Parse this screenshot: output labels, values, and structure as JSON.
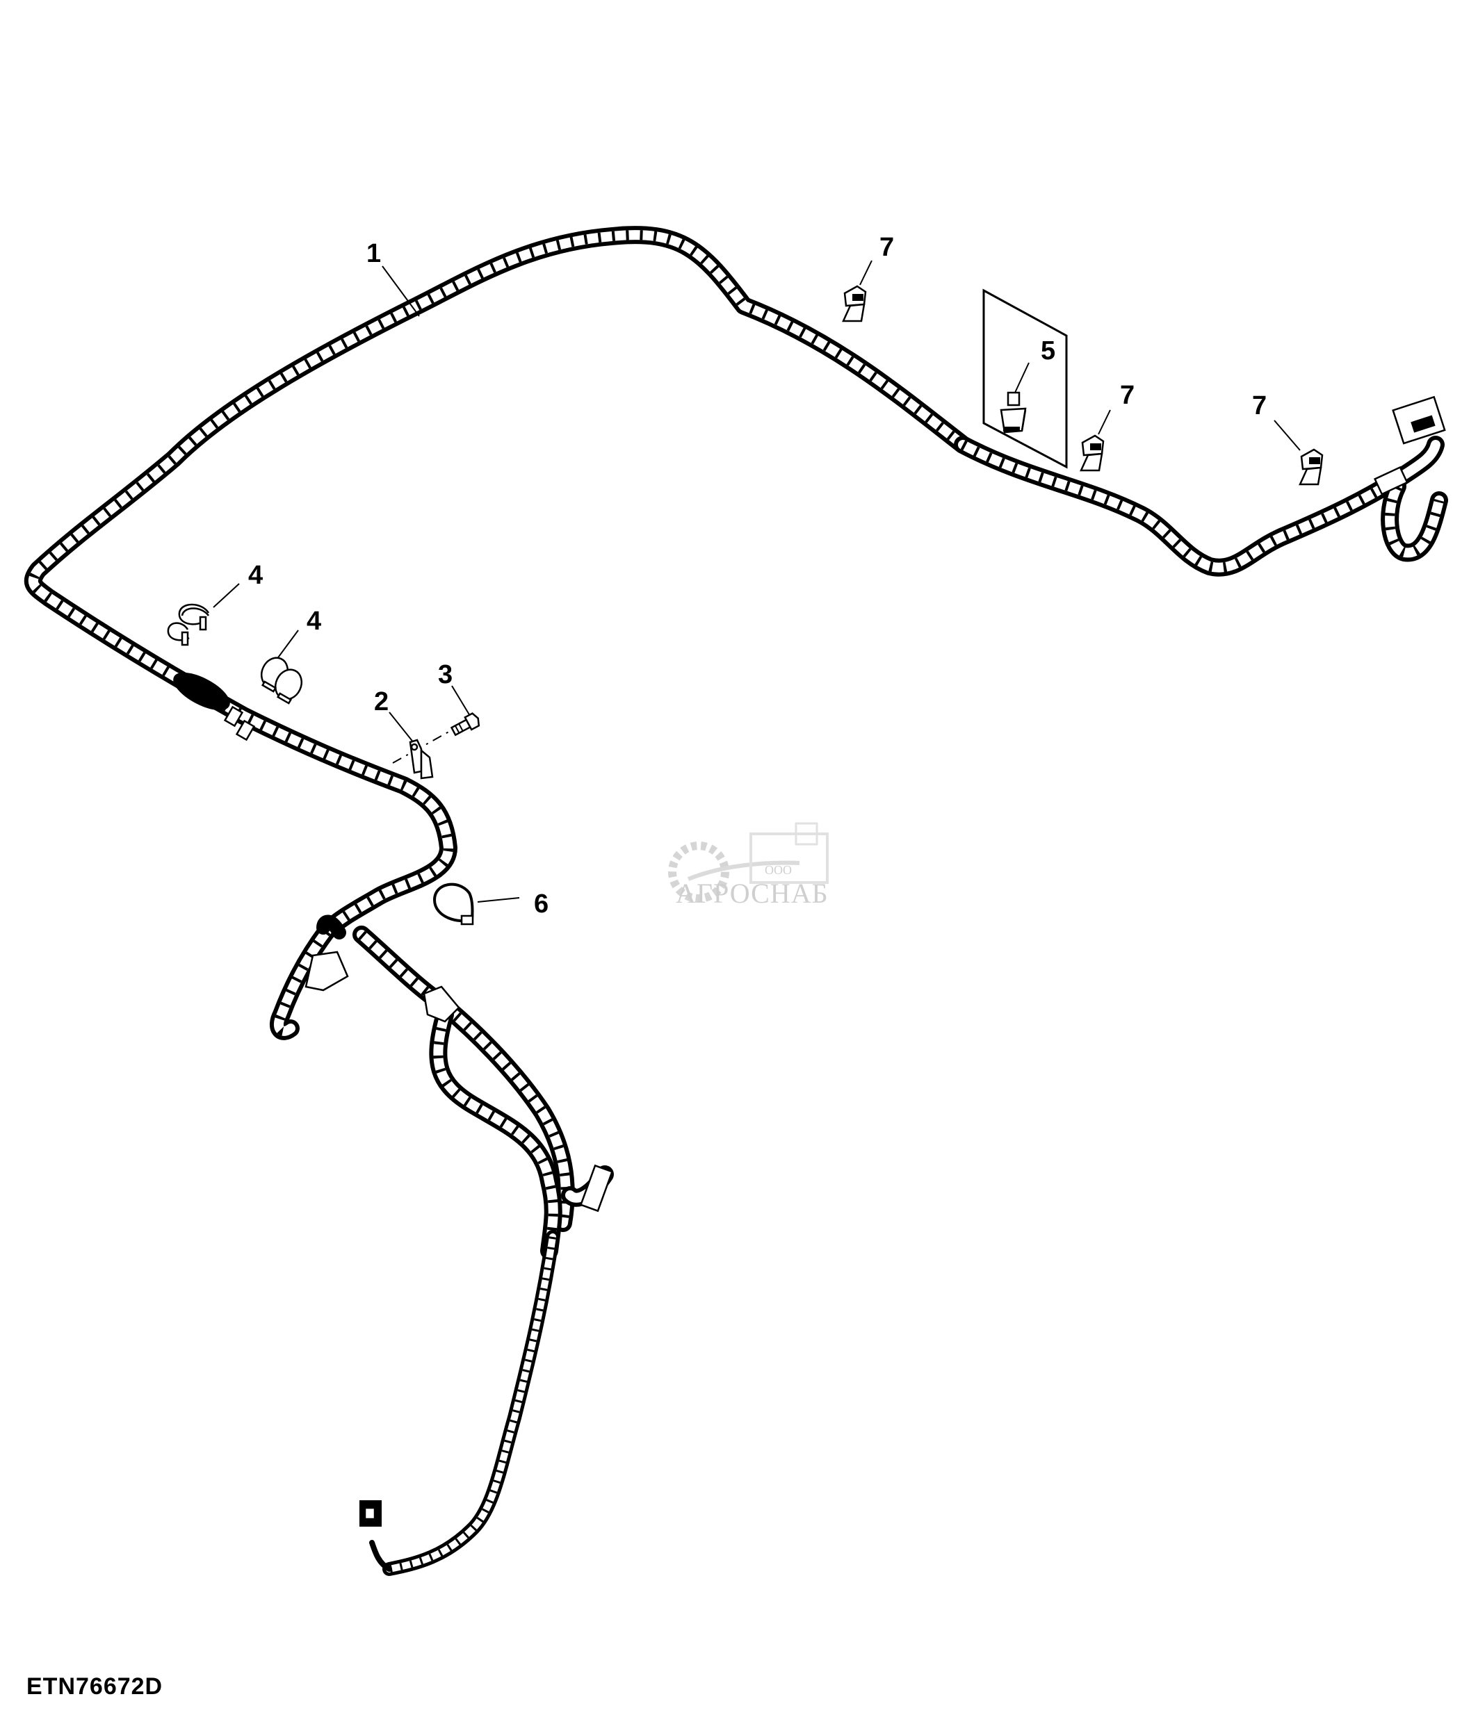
{
  "figure": {
    "id": "ETN76672D"
  },
  "watermark": {
    "company_prefix": "ООО",
    "company_name": "АГРОСНАБ"
  },
  "callouts": [
    {
      "number": "1",
      "part": "main-wiring-harness"
    },
    {
      "number": "2",
      "part": "clamp-bracket"
    },
    {
      "number": "3",
      "part": "cap-screw"
    },
    {
      "number": "4",
      "part": "harness-clip-pair-a"
    },
    {
      "number": "4",
      "part": "harness-clip-pair-b"
    },
    {
      "number": "5",
      "part": "clip-kit"
    },
    {
      "number": "6",
      "part": "cable-strap"
    },
    {
      "number": "7",
      "part": "harness-clip-a"
    },
    {
      "number": "7",
      "part": "harness-clip-b"
    },
    {
      "number": "7",
      "part": "harness-clip-c"
    }
  ]
}
